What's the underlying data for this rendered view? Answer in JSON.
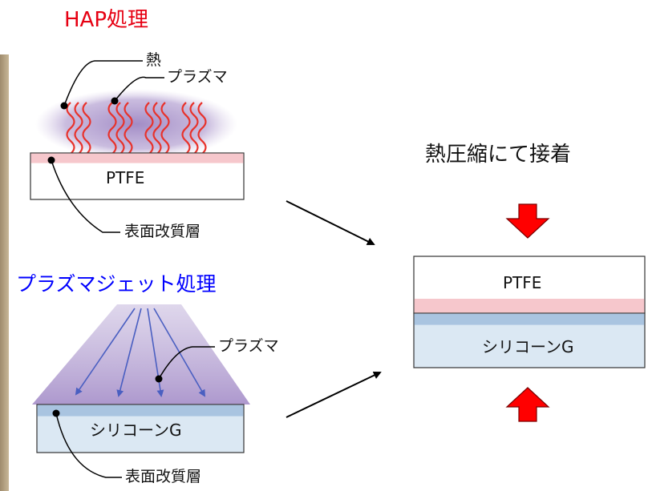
{
  "hap": {
    "title": "HAP処理",
    "label_heat": "熱",
    "label_plasma": "プラズマ",
    "label_layer": "表面改質層",
    "box_label": "PTFE"
  },
  "jet": {
    "title": "プラズマジェット処理",
    "label_plasma": "プラズマ",
    "label_layer": "表面改質層",
    "box_label": "シリコーンG"
  },
  "result": {
    "caption": "熱圧縮にて接着",
    "top_label": "PTFE",
    "bottom_label": "シリコーンG"
  },
  "colors": {
    "red_title": "#e60012",
    "blue_title": "#0000ff",
    "heat_wave": "#e8322b",
    "plasma": "#a58fc6",
    "arrow_red": "#ff0000",
    "jet_arrows": "#4a5fc1",
    "pink_layer": "#f6c7cc",
    "blue_layer": "#a9c4e0",
    "silicone_fill": "#dbe8f3",
    "photo_strip": "#b5a285"
  }
}
